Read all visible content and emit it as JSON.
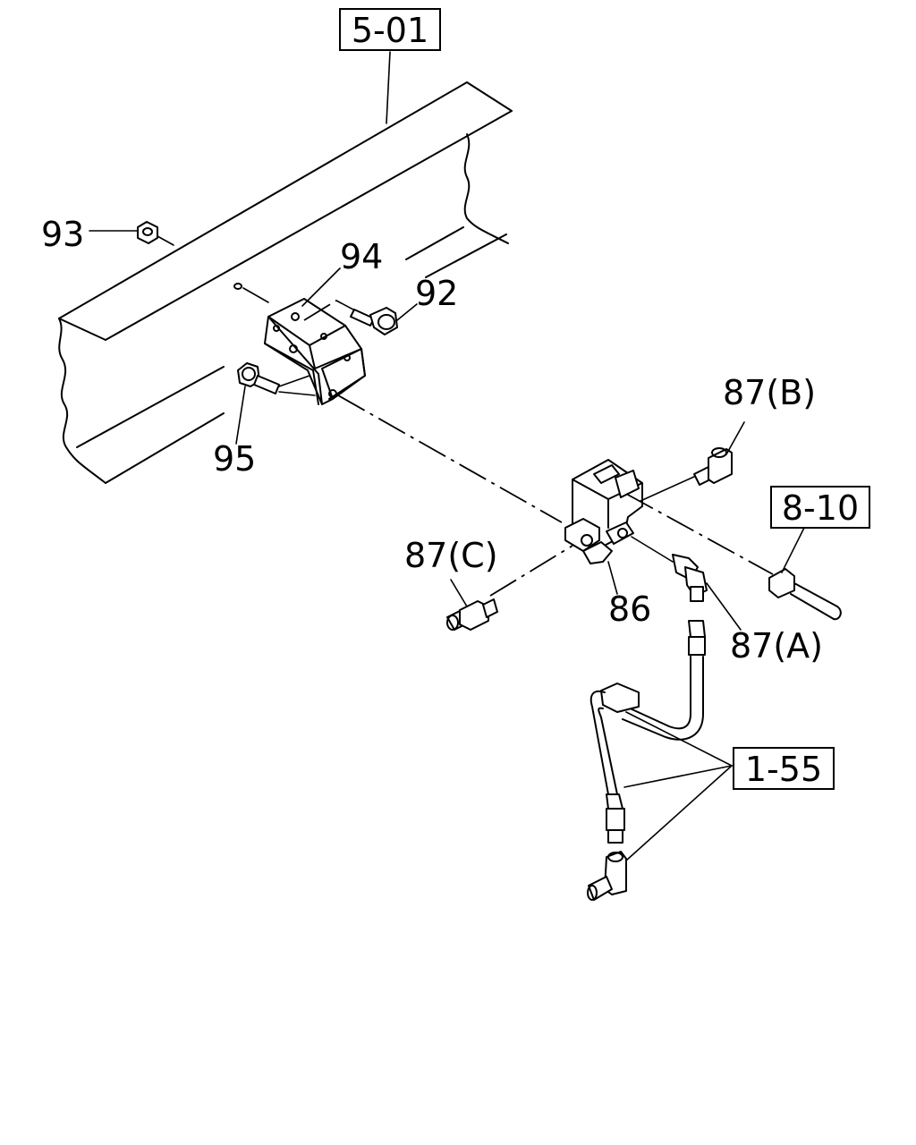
{
  "references": {
    "frame": "5-01",
    "harness": "8-10",
    "pipes": "1-55"
  },
  "callouts": {
    "nut": "93",
    "bracket": "94",
    "bolt_upper": "92",
    "bolt_lower": "95",
    "connector_b": "87(B)",
    "connector_c": "87(C)",
    "valve": "86",
    "connector_a": "87(A)"
  }
}
